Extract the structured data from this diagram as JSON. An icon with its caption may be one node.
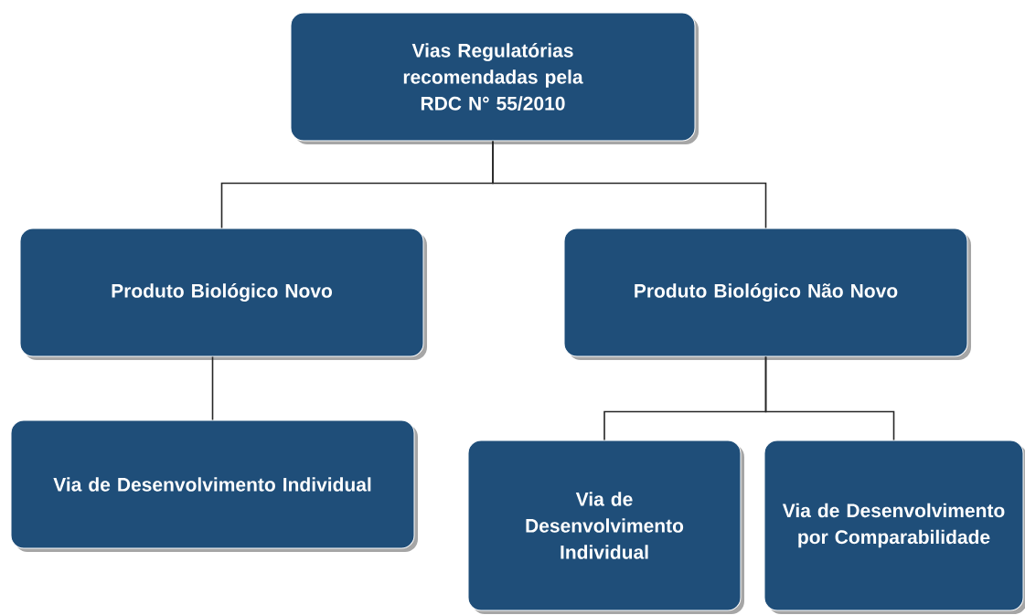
{
  "diagram": {
    "nodes": [
      {
        "text": [
          "Vias Regulatórias recomendadas pela RDC N° 55/2010"
        ]
      },
      {
        "text": [
          "Produto Biológico Novo"
        ]
      },
      {
        "text": [
          "Produto Biológico Não Novo"
        ]
      },
      {
        "text": [
          "Via de Desenvolvimento Individual"
        ]
      },
      {
        "text": [
          "Via de Desenvolvimento Individual"
        ]
      },
      {
        "text": [
          "Via de Desenvolvimento por Comparabilidade"
        ]
      }
    ],
    "edges": [
      {
        "from": 0,
        "to": 1,
        "arrow": "none"
      },
      {
        "from": 0,
        "to": 2,
        "arrow": "none"
      },
      {
        "from": 1,
        "to": 3,
        "arrow": "none"
      },
      {
        "from": 2,
        "to": 4,
        "arrow": "none"
      },
      {
        "from": 2,
        "to": 5,
        "arrow": "none"
      }
    ]
  }
}
